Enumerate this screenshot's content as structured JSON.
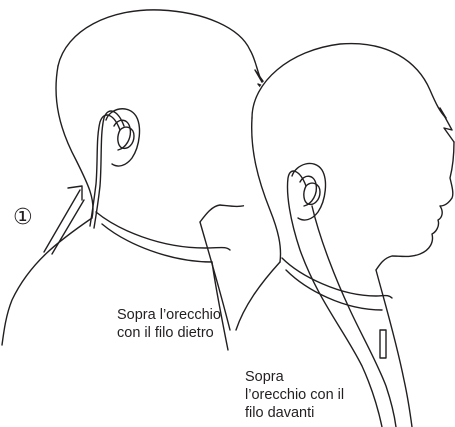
{
  "step_marker": "①",
  "captions": {
    "behind": [
      "Sopra l’orecchio",
      "con il filo dietro"
    ],
    "front": [
      "Sopra",
      "l’orecchio con il",
      "filo davanti"
    ]
  },
  "colors": {
    "ink": "#231f20",
    "background": "#ffffff"
  }
}
